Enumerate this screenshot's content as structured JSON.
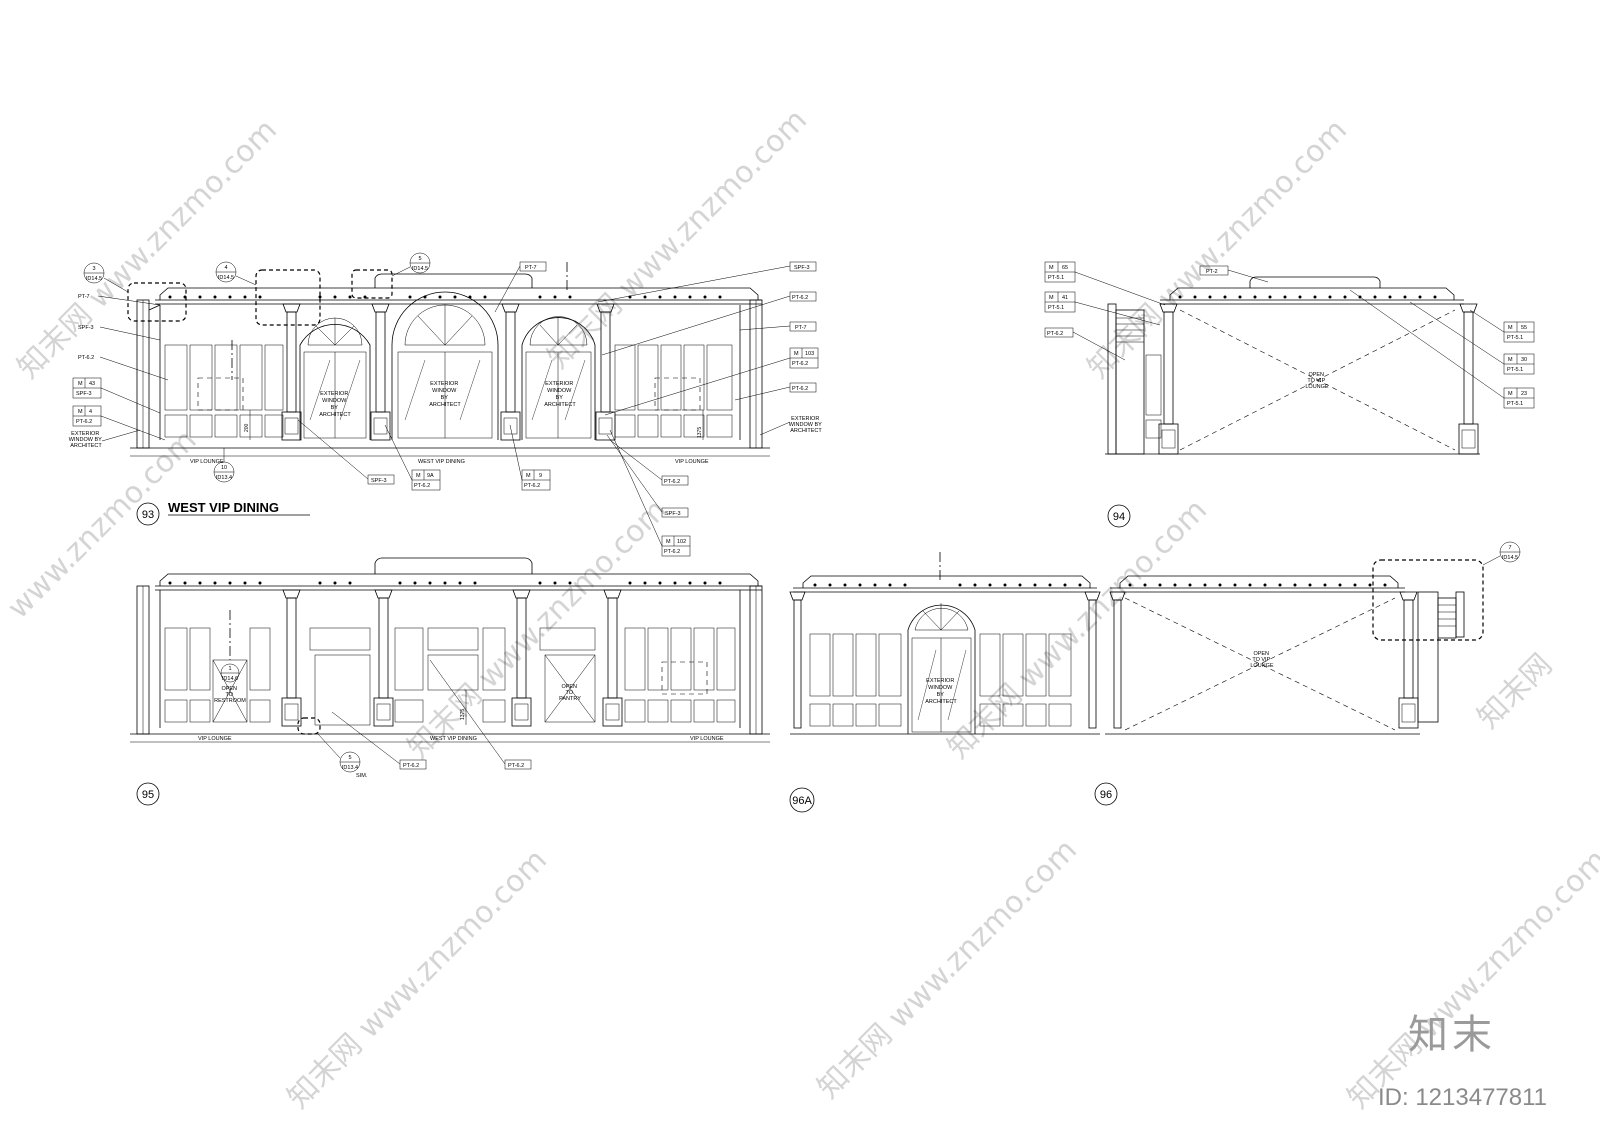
{
  "watermark": {
    "site": "www.znzmo.com",
    "cn": "知末网"
  },
  "brand": {
    "logo": "知末",
    "id_text": "ID: 1213477811"
  },
  "drawings": {
    "d93": {
      "number": "93",
      "title": "WEST VIP DINING",
      "rooms": [
        "VIP LOUNGE",
        "WEST VIP DINING",
        "VIP LOUNGE"
      ],
      "dims": [
        "200",
        "1375"
      ],
      "callouts": [
        {
          "top": "3",
          "bottom": "ID14.5"
        },
        {
          "top": "4",
          "bottom": "ID14.5"
        },
        {
          "top": "5",
          "bottom": "ID14.5"
        },
        {
          "top": "10",
          "bottom": "ID13.4"
        }
      ],
      "left_labels": [
        "PT-7",
        "SPF-3",
        "PT-6.2"
      ],
      "left_tags": [
        {
          "a": "M",
          "b": "43",
          "c": "SPF-3"
        },
        {
          "a": "M",
          "b": "4",
          "c": "PT-6.2"
        }
      ],
      "left_note": [
        "EXTERIOR",
        "WINDOW BY",
        "ARCHITECT"
      ],
      "top_labels": [
        "PT-7"
      ],
      "right_labels": [
        "SPF-3",
        "PT-6.2",
        "PT-7"
      ],
      "right_tag": {
        "a": "M",
        "b": "103",
        "c": "PT-6.2"
      },
      "right_label2": "PT-6.2",
      "right_note": [
        "EXTERIOR",
        "WINDOW BY",
        "ARCHITECT"
      ],
      "bottom_labels": [
        "SPF-3",
        "PT-6.2",
        "SPF-3"
      ],
      "bottom_tags": [
        {
          "a": "M",
          "b": "9A",
          "c": "PT-6.2"
        },
        {
          "a": "M",
          "b": "9",
          "c": "PT-6.2"
        },
        {
          "a": "M",
          "b": "102",
          "c": "PT-6.2"
        }
      ],
      "window_note": [
        "EXTERIOR",
        "WINDOW",
        "BY",
        "ARCHITECT"
      ]
    },
    "d94": {
      "number": "94",
      "center_note": [
        "OPEN",
        "TO VIP",
        "LOUNGE"
      ],
      "left_tags": [
        {
          "a": "M",
          "b": "65",
          "c": "PT-5.1"
        },
        {
          "a": "M",
          "b": "41",
          "c": "PT-5.1"
        }
      ],
      "left_label": "PT-6.2",
      "top_label": "PT-2",
      "right_tags": [
        {
          "a": "M",
          "b": "55",
          "c": "PT-5.1"
        },
        {
          "a": "M",
          "b": "30",
          "c": "PT-5.1"
        },
        {
          "a": "M",
          "b": "23",
          "c": "PT-5.1"
        }
      ]
    },
    "d95": {
      "number": "95",
      "rooms": [
        "VIP LOUNGE",
        "WEST VIP DINING",
        "VIP LOUNGE"
      ],
      "dim": "1375",
      "open_restroom": [
        "OPEN",
        "TO",
        "RESTROOM"
      ],
      "open_pantry": [
        "OPEN",
        "TO",
        "PANTRY"
      ],
      "callout_top": {
        "top": "1",
        "bottom": "ID14.6"
      },
      "callout_bottom": {
        "top": "5",
        "bottom": "ID13.4",
        "extra": "SIM."
      },
      "bottom_labels": [
        "PT-6.2",
        "PT-6.2"
      ]
    },
    "d96a": {
      "number": "96A",
      "window_note": [
        "EXTERIOR",
        "WINDOW",
        "BY",
        "ARCHITECT"
      ]
    },
    "d96": {
      "number": "96",
      "center_note": [
        "OPEN",
        "TO VIP",
        "LOUNGE"
      ],
      "callout": {
        "top": "7",
        "bottom": "ID14.5"
      }
    }
  }
}
